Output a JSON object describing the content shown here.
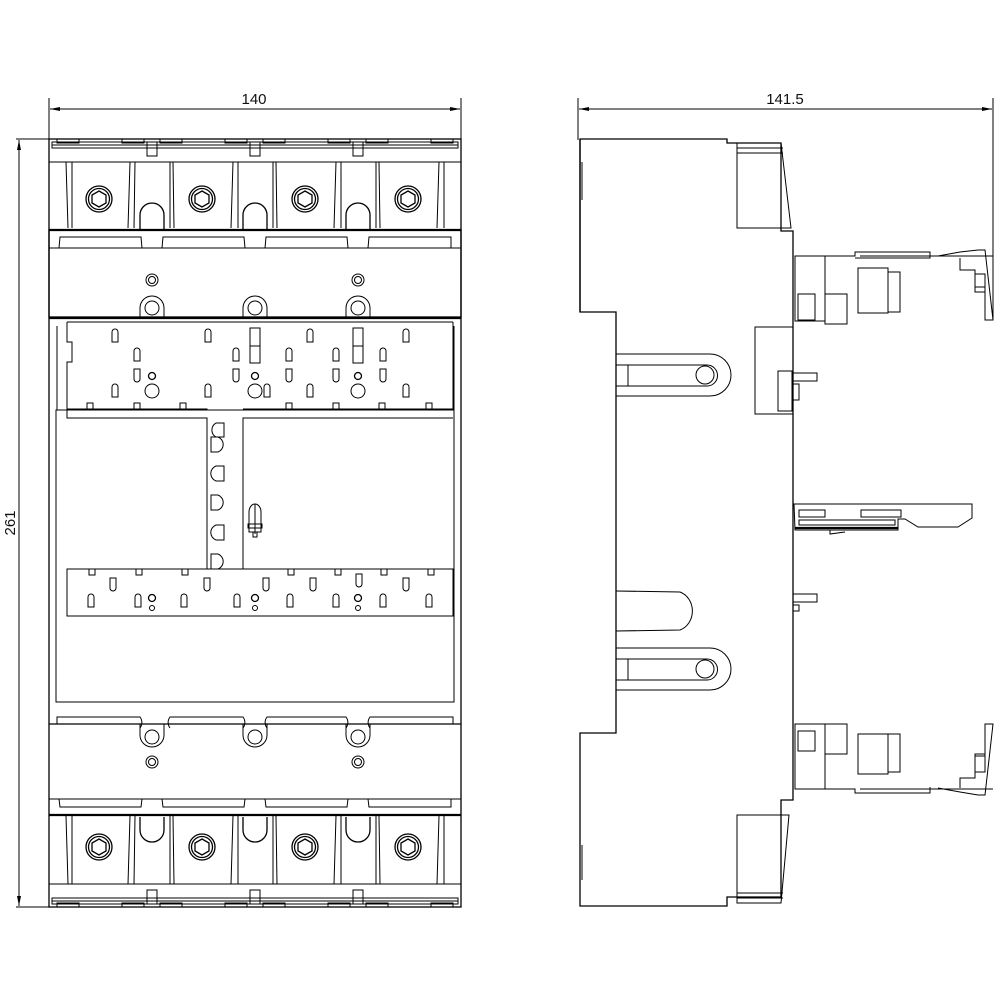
{
  "drawing": {
    "type": "technical dimension drawing",
    "subject": "3-pole circuit breaker / switch body, front and side views",
    "background_color": "#ffffff",
    "line_color": "#000000"
  },
  "front_view": {
    "width_dimension": "140",
    "height_dimension": "261",
    "pole_count": 4,
    "terminal_screws_top": 4,
    "terminal_screws_bottom": 4
  },
  "side_view": {
    "depth_dimension": "141.5"
  }
}
